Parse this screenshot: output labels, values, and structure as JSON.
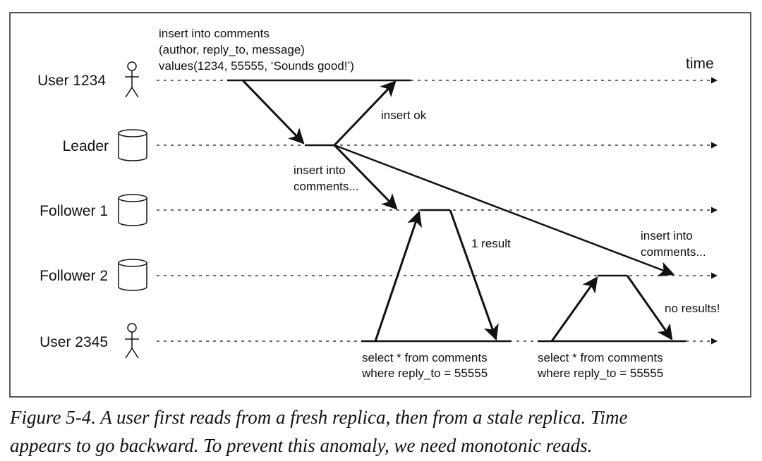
{
  "diagram": {
    "lanes": {
      "user1234": "User 1234",
      "leader": "Leader",
      "follower1": "Follower 1",
      "follower2": "Follower 2",
      "user2345": "User 2345"
    },
    "time_label": "time",
    "insert_query": [
      "insert into comments",
      "(author, reply_to, message)",
      "values(1234, 55555, ‘Sounds good!’)"
    ],
    "insert_ok": "insert ok",
    "replication_f1": [
      "insert into",
      "comments..."
    ],
    "replication_f2": [
      "insert into",
      "comments..."
    ],
    "one_result": "1 result",
    "no_results": "no results!",
    "select_query_1": [
      "select * from comments",
      "where reply_to = 55555"
    ],
    "select_query_2": [
      "select * from comments",
      "where reply_to = 55555"
    ]
  },
  "caption": {
    "line1": "Figure 5-4. A user first reads from a fresh replica, then from a stale replica. Time",
    "line2": "appears to go backward. To prevent this anomaly, we need monotonic reads."
  }
}
